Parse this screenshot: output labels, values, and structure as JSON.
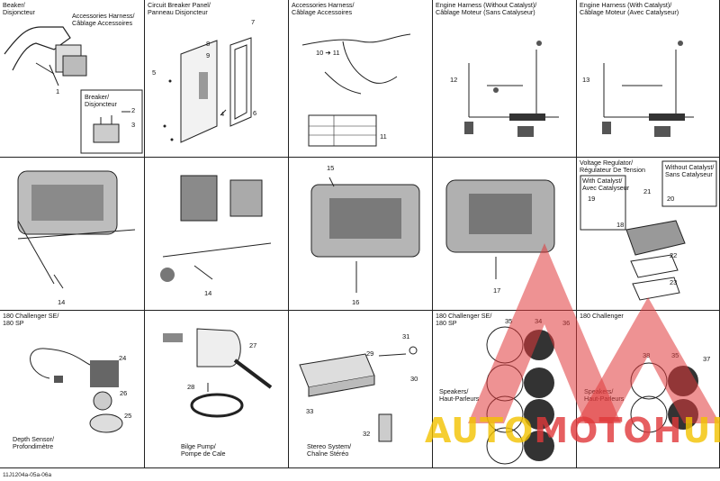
{
  "cells": {
    "c1": {
      "title": "Beaker/\nDisjoncteur",
      "sub1": "Accessories Harness/\nCâblage Accessoires",
      "sub2": "Breaker/\nDisjoncteur",
      "nums": [
        "1",
        "2",
        "3"
      ]
    },
    "c2": {
      "title": "Circuit Breaker Panel/\nPanneau Disjoncteur",
      "nums": [
        "4",
        "5",
        "6",
        "7",
        "8",
        "9"
      ]
    },
    "c3": {
      "title": "Accessories Harness/\nCâblage Accessoires",
      "nums": [
        "10",
        "11",
        "11"
      ],
      "arrow_label": "10 ➔ 11"
    },
    "c4": {
      "title": "Engine Harness (Without Catalyst)/\nCâblage Moteur (Sans Catalyseur)",
      "nums": [
        "12"
      ]
    },
    "c5": {
      "title": "Engine Harness (With Catalyst)/\nCâblage Moteur (Avec Catalyseur)",
      "nums": [
        "13"
      ]
    },
    "c6": {
      "nums": [
        "14"
      ]
    },
    "c7": {
      "nums": [
        "14"
      ]
    },
    "c8": {
      "nums": [
        "15",
        "16"
      ]
    },
    "c9": {
      "nums": [
        "17"
      ]
    },
    "c10": {
      "title": "Voltage Regulator/\nRégulateur De Tension",
      "sub1": "Without Catalyst/\nSans Catalyseur",
      "sub2": "With Catalyst/\nAvec Catalyseur",
      "nums": [
        "18",
        "19",
        "20",
        "21",
        "22",
        "23"
      ]
    },
    "c11": {
      "title": "180 Challenger SE/\n180 SP",
      "sub1": "Depth Sensor/\nProfondimètre",
      "nums": [
        "24",
        "25",
        "26"
      ]
    },
    "c12": {
      "sub1": "Bilge Pump/\nPompe de Cale",
      "nums": [
        "27",
        "28"
      ]
    },
    "c13": {
      "sub1": "Stereo System/\nChaîne Stéréo",
      "nums": [
        "29",
        "30",
        "31",
        "32",
        "33"
      ]
    },
    "c14": {
      "title": "180 Challenger SE/\n180 SP",
      "sub1": "Speakers/\nHaut-Parleurs",
      "nums": [
        "34",
        "35",
        "36"
      ]
    },
    "c15": {
      "title": "180 Challenger",
      "sub1": "Speakers/\nHaut-Parleurs",
      "nums": [
        "35",
        "37",
        "38"
      ]
    }
  },
  "footer": "11J1204a-05a-06a",
  "watermark": {
    "text": "AUTOMOTOHUB",
    "color_red": "#e0383a",
    "color_yellow": "#f3c200"
  }
}
